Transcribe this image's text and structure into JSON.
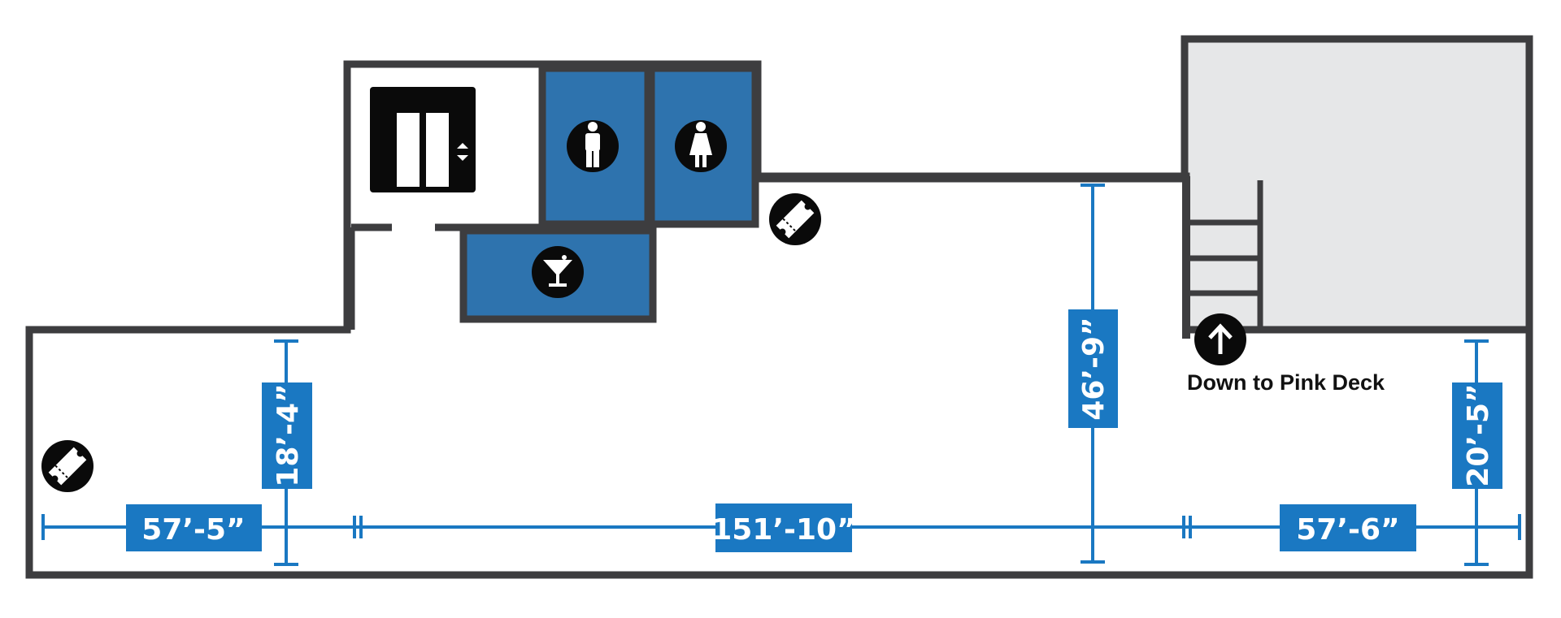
{
  "labels": {
    "stairs_down": "Down to Pink Deck"
  },
  "dimensions": {
    "left_width": "57’-5”",
    "center_width": "151’-10”",
    "right_width": "57’-6”",
    "left_depth": "18’-4”",
    "center_depth": "46’-9”",
    "right_depth": "20’-5”"
  },
  "icons": {
    "elevator": "elevator-icon",
    "mens_restroom": "mens-restroom-icon",
    "womens_restroom": "womens-restroom-icon",
    "bar": "cocktail-bar-icon",
    "ticket": "ticket-icon",
    "stairs_arrow": "arrow-up-icon"
  },
  "colors": {
    "wall": "#3d3d3f",
    "room_fill": "#2e73ae",
    "dimension": "#1a78c2",
    "stairs_area": "#e6e7e8",
    "icon_bg": "#0a0a0a"
  }
}
